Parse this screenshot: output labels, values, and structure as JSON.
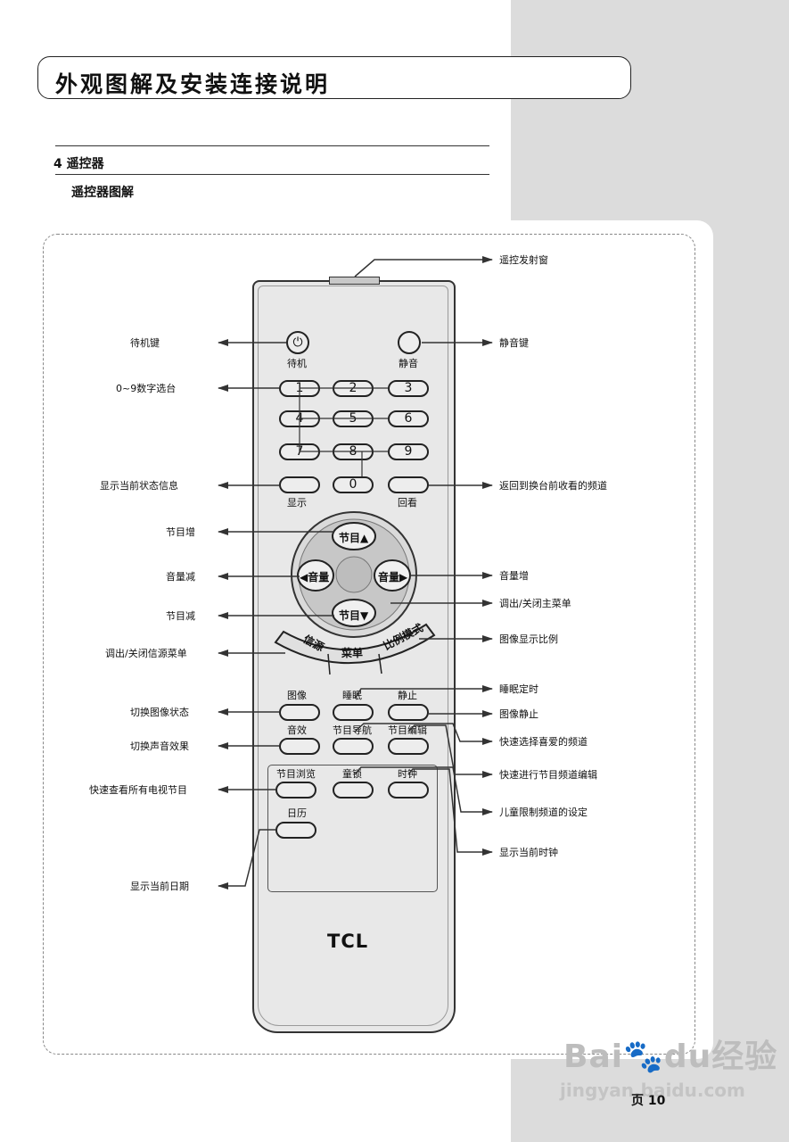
{
  "header": {
    "title": "外观图解及安装连接说明"
  },
  "section": {
    "heading": "4  遥控器",
    "subheading": "遥控器图解"
  },
  "remote": {
    "brand": "TCL",
    "keys": {
      "power_symbol": "⏻",
      "power_label": "待机",
      "mute_label": "静音",
      "d1": "1",
      "d2": "2",
      "d3": "3",
      "d4": "4",
      "d5": "5",
      "d6": "6",
      "d7": "7",
      "d8": "8",
      "d9": "9",
      "d0": "0",
      "display": "显示",
      "recall": "回看",
      "ch_up": "节目▲",
      "ch_down": "节目▼",
      "vol_down": "◀音量",
      "vol_up": "音量▶",
      "source": "信源",
      "menu": "菜单",
      "aspect": "比例模式",
      "picture": "图像",
      "sleep": "睡眠",
      "freeze": "静止",
      "sound": "音效",
      "guide": "节目导航",
      "edit": "节目编辑",
      "browse": "节目浏览",
      "lock": "童锁",
      "clock": "时钟",
      "calendar": "日历"
    }
  },
  "annotations": {
    "ir": "遥控发射窗",
    "standby": "待机键",
    "mute": "静音键",
    "digits": "0~9数字选台",
    "display": "显示当前状态信息",
    "recall": "返回到换台前收看的频道",
    "ch_up": "节目增",
    "vol_down": "音量减",
    "vol_up": "音量增",
    "menu": "调出/关闭主菜单",
    "ch_down": "节目减",
    "source": "调出/关闭信源菜单",
    "aspect": "图像显示比例",
    "sleep": "睡眠定时",
    "picture": "切换图像状态",
    "freeze": "图像静止",
    "sound": "切换声音效果",
    "guide": "快速选择喜爱的频道",
    "edit": "快速进行节目频道编辑",
    "browse": "快速查看所有电视节目",
    "lock": "儿童限制频道的设定",
    "clock": "显示当前时钟",
    "calendar": "显示当前日期"
  },
  "watermark": {
    "brand": "Bai🐾du经验",
    "url": "jingyan.baidu.com"
  },
  "footer": {
    "page": "页 10"
  }
}
